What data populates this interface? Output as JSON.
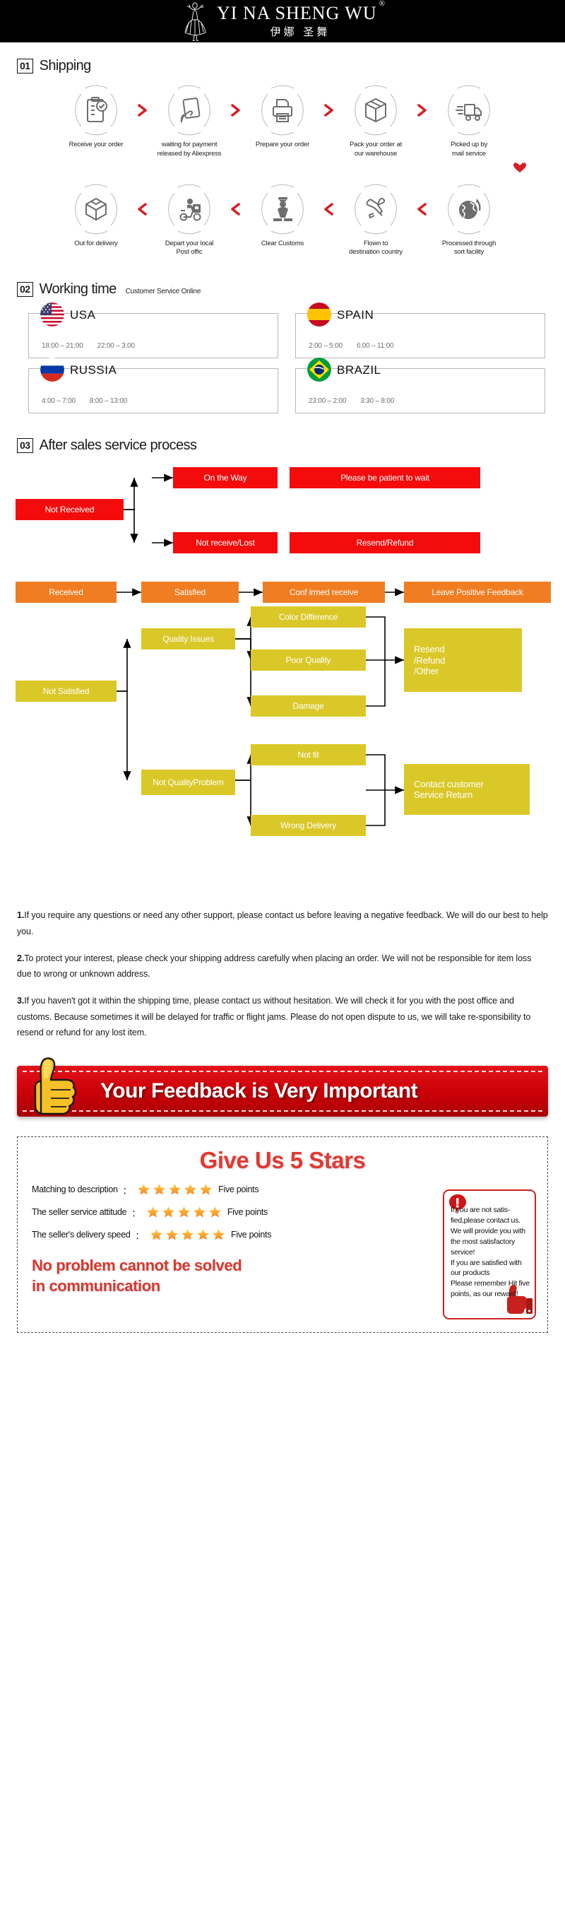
{
  "header": {
    "brand_latin": "YI NA SHENG WU",
    "registered_mark": "®",
    "brand_cn": "伊娜 圣舞",
    "logo_icon": "dancer-logo"
  },
  "shipping": {
    "number": "01",
    "title": "Shipping",
    "row1": [
      {
        "label": "Receive your order",
        "icon": "clipboard-check-icon"
      },
      {
        "label": "waiting for payment\nreleased by Aliexpress",
        "icon": "hand-card-icon"
      },
      {
        "label": "Prepare your order",
        "icon": "printer-icon"
      },
      {
        "label": "Pack your order at\nour warehouse",
        "icon": "box-icon"
      },
      {
        "label": "Picked up by\nmail service",
        "icon": "truck-icon"
      }
    ],
    "row2": [
      {
        "label": "Out for delivery",
        "icon": "open-box-icon"
      },
      {
        "label": "Depart your local\nPost offic",
        "icon": "scooter-courier-icon"
      },
      {
        "label": "Clear Customs",
        "icon": "customs-officer-icon"
      },
      {
        "label": "Flown to\ndestination country",
        "icon": "airplane-icon"
      },
      {
        "label": "Processed through\nsort facility",
        "icon": "globe-icon"
      }
    ],
    "arrow_right_icon": "chevron-right-icon",
    "arrow_left_icon": "chevron-left-icon",
    "connector_icon": "heart-down-icon"
  },
  "working_time": {
    "number": "02",
    "title": "Working time",
    "subtitle": "Customer Service Online",
    "cards": [
      {
        "country": "USA",
        "flag": "flag-usa-icon",
        "hours": [
          "18:00 – 21:00",
          "22:00 – 3:00"
        ]
      },
      {
        "country": "SPAIN",
        "flag": "flag-spain-icon",
        "hours": [
          "2:00 – 5:00",
          "6:00 – 11:00"
        ]
      },
      {
        "country": "RUSSIA",
        "flag": "flag-russia-icon",
        "hours": [
          "4:00 – 7:00",
          "8:00 – 13:00"
        ]
      },
      {
        "country": "BRAZIL",
        "flag": "flag-brazil-icon",
        "hours": [
          "23:00 – 2:00",
          "3:30 – 8:00"
        ]
      }
    ]
  },
  "after_sales": {
    "number": "03",
    "title": "After sales service process",
    "flow_red": {
      "root": "Not Received",
      "on_the_way": "On the Way",
      "on_the_way_result": "Please be patient to wait",
      "not_receive_lost": "Not receive/Lost",
      "not_receive_result": "Resend/Refund"
    },
    "flow_orange": {
      "received": "Received",
      "satisfied": "Satisfied",
      "confirmed": "Conf irmed receive",
      "feedback": "Leave Positive Feedback"
    },
    "flow_yellow": {
      "root": "Not Satisfied",
      "quality_issues": "Quality Issues",
      "color_difference": "Color Difference",
      "poor_quality": "Poor Quality",
      "damage": "Damage",
      "resend_refund_other_l1": "Resend",
      "resend_refund_other_l2": "/Refund",
      "resend_refund_other_l3": "/Other",
      "not_quality_problem_l1": "Not Quality",
      "not_quality_problem_l2": "Problem",
      "not_fit": "Not fit",
      "wrong_delivery": "Wrong Delivery",
      "contact_return_l1": "Contact customer",
      "contact_return_l2": "Service Return"
    }
  },
  "notes": [
    {
      "num": "1.",
      "text": "If you require any questions or need any other support, please contact us before leaving a negative feedback. We will do our best to help you."
    },
    {
      "num": "2.",
      "text": "To protect your interest, please check your shipping address carefully when placing an order. We will not be responsible for item loss due to wrong or unknown address."
    },
    {
      "num": "3.",
      "text": "If you haven't got it within the shipping time, please contact us without hesitation. We will check it for you with the post office and customs. Because sometimes it will be delayed for traffic or flight jams. Please do not open dispute to us, we will take re-sponsibility to resend or refund for any lost item."
    }
  ],
  "feedback_banner": {
    "text": "Your Feedback is Very Important",
    "icon": "thumbs-up-icon"
  },
  "stars_box": {
    "title": "Give Us 5 Stars",
    "rows": [
      {
        "label": "Matching to description",
        "colon": "：",
        "stars": 5,
        "points": "Five points"
      },
      {
        "label": "The seller service attitude",
        "colon": "：",
        "stars": 5,
        "points": "Five points"
      },
      {
        "label": "The seller's delivery speed",
        "colon": "：",
        "stars": 5,
        "points": "Five points"
      }
    ],
    "slogan_line1": "No problem cannot be solved",
    "slogan_line2": "in communication",
    "info_card": {
      "icon": "exclamation-bubble-icon",
      "thumb_icon": "thumbs-up-red-icon",
      "text": "If you are not satis-fied,please contact us. We will provide you with the most satisfactory service!\nIf you are satisfied with our products\nPlease remember Hit five points, as our reward!"
    }
  },
  "colors": {
    "red": "#f40b0b",
    "orange": "#f07d22",
    "yellow": "#dac828",
    "banner_red": "#cc0008",
    "title_red": "#e03a33",
    "chevron_red": "#d61f26"
  }
}
